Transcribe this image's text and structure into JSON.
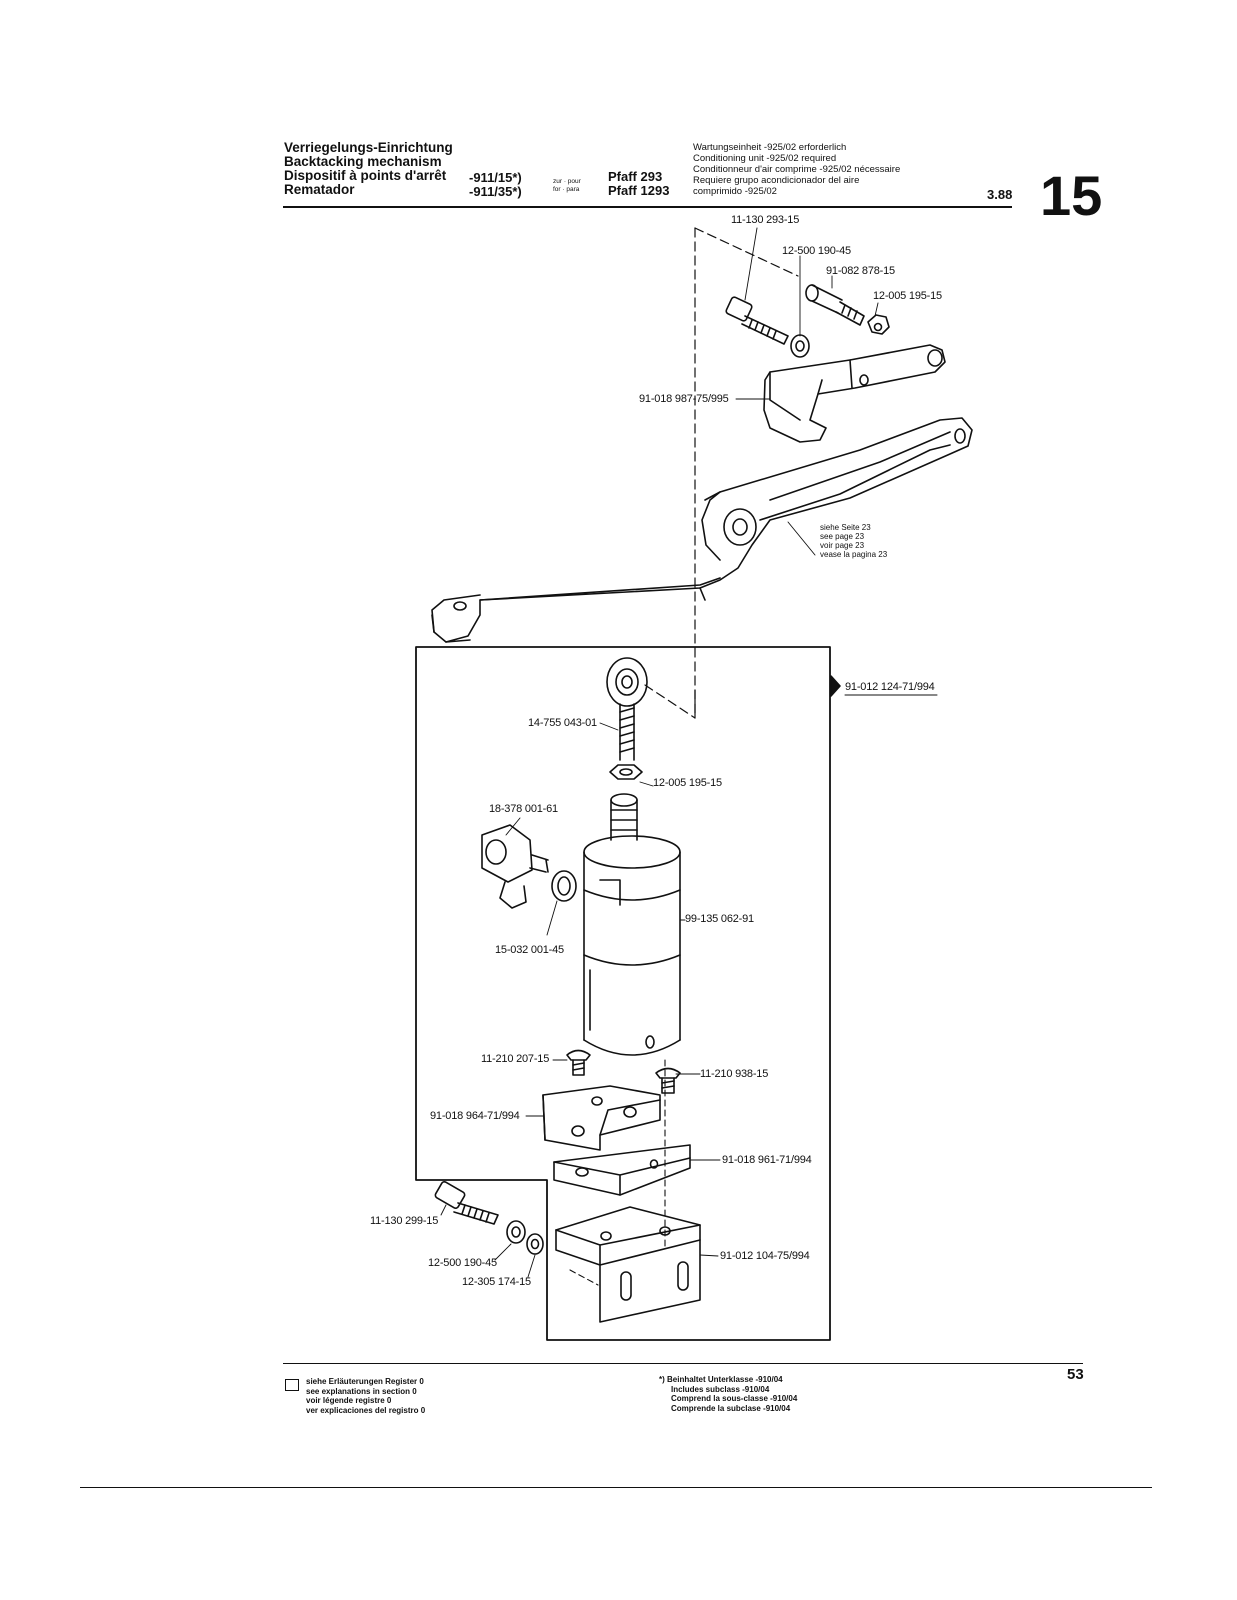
{
  "header": {
    "titles": [
      "Verriegelungs-Einrichtung",
      "Backtacking mechanism",
      "Dispositif à points d'arrêt",
      "Rematador"
    ],
    "variants": [
      "-911/15*)",
      "-911/35*)"
    ],
    "zur_pour": "zur · pour",
    "for_para": "for · para",
    "models": [
      "Pfaff 293",
      "Pfaff 1293"
    ],
    "conditioning_notes": [
      "Wartungseinheit -925/02 erforderlich",
      "Conditioning unit -925/02 required",
      "Conditionneur d'air comprime -925/02 nécessaire",
      "Requiere grupo acondicionador del aire",
      "comprimido -925/02"
    ],
    "date": "3.88",
    "section_number": "15"
  },
  "diagram": {
    "part_labels": {
      "p1": "11-130 293-15",
      "p2": "12-500 190-45",
      "p3": "91-082 878-15",
      "p4": "12-005 195-15",
      "p5": "91-018 987-75/995",
      "p6": "91-012 124-71/994",
      "p7": "14-755 043-01",
      "p8": "12-005 195-15",
      "p9": "18-378 001-61",
      "p10": "99-135 062-91",
      "p11": "15-032 001-45",
      "p12": "11-210 207-15",
      "p13": "11-210 938-15",
      "p14": "91-018 964-71/994",
      "p15": "91-018 961-71/994",
      "p16": "11-130 299-15",
      "p17": "12-500 190-45",
      "p18": "12-305 174-15",
      "p19": "91-012 104-75/994"
    },
    "see_page": [
      "siehe Seite 23",
      "see page 23",
      "voir page 23",
      "vease la pagina 23"
    ]
  },
  "footer": {
    "legend_lines": [
      "siehe Erläuterungen Register 0",
      "see explanations in section 0",
      "voir légende registre 0",
      "ver explicaciones del registro 0"
    ],
    "footnote_lines": [
      "*) Beinhaltet Unterklasse -910/04",
      "Includes subclass -910/04",
      "Comprend la sous-classe -910/04",
      "Comprende la subclase -910/04"
    ],
    "page_number": "53"
  }
}
